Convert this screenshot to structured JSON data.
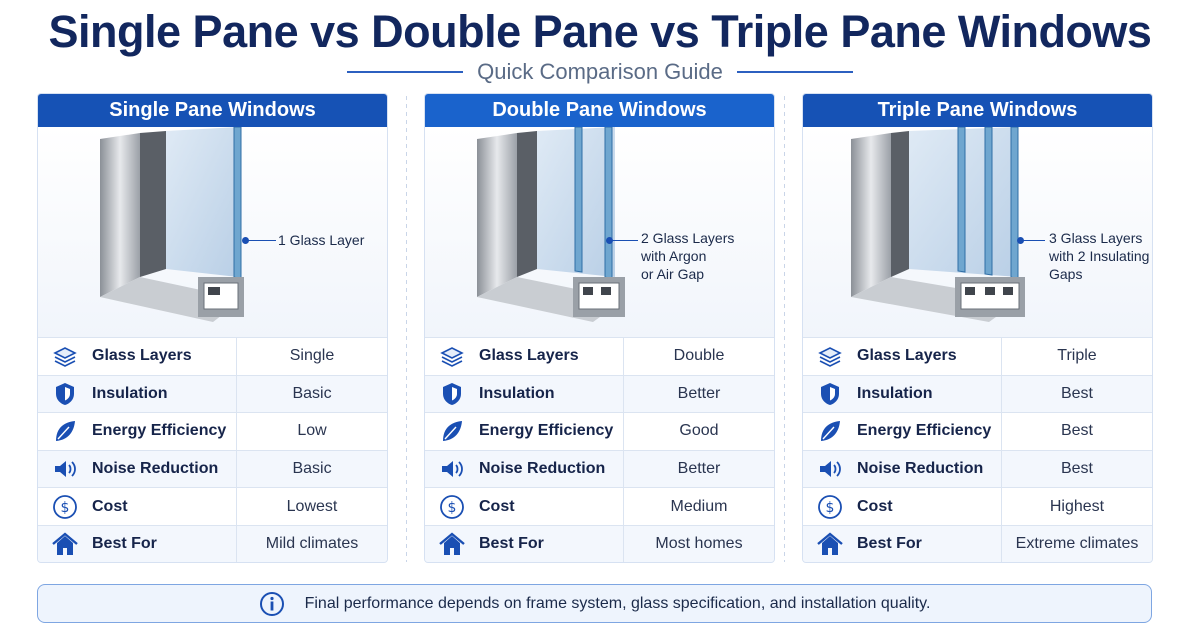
{
  "title": "Single Pane vs Double Pane vs Triple Pane Windows",
  "subtitle": "Quick Comparison Guide",
  "colors": {
    "accent": "#1652b5",
    "title": "#12275e"
  },
  "row_labels": [
    "Glass Layers",
    "Insulation",
    "Energy Efficiency",
    "Noise Reduction",
    "Cost",
    "Best For"
  ],
  "row_icons": [
    "layers-icon",
    "shield-icon",
    "leaf-icon",
    "speaker-icon",
    "dollar-icon",
    "home-icon"
  ],
  "cards": [
    {
      "header": "Single Pane Windows",
      "callout": "1 Glass Layer",
      "values": [
        "Single",
        "Basic",
        "Low",
        "Basic",
        "Lowest",
        "Mild climates"
      ]
    },
    {
      "header": "Double Pane Windows",
      "callout": "2 Glass Layers\nwith Argon\nor Air Gap",
      "values": [
        "Double",
        "Better",
        "Good",
        "Better",
        "Medium",
        "Most homes"
      ]
    },
    {
      "header": "Triple Pane Windows",
      "callout": "3 Glass Layers\nwith 2 Insulating\nGaps",
      "values": [
        "Triple",
        "Best",
        "Best",
        "Best",
        "Highest",
        "Extreme climates"
      ]
    }
  ],
  "note": "Final performance depends on frame system, glass specification, and installation quality."
}
